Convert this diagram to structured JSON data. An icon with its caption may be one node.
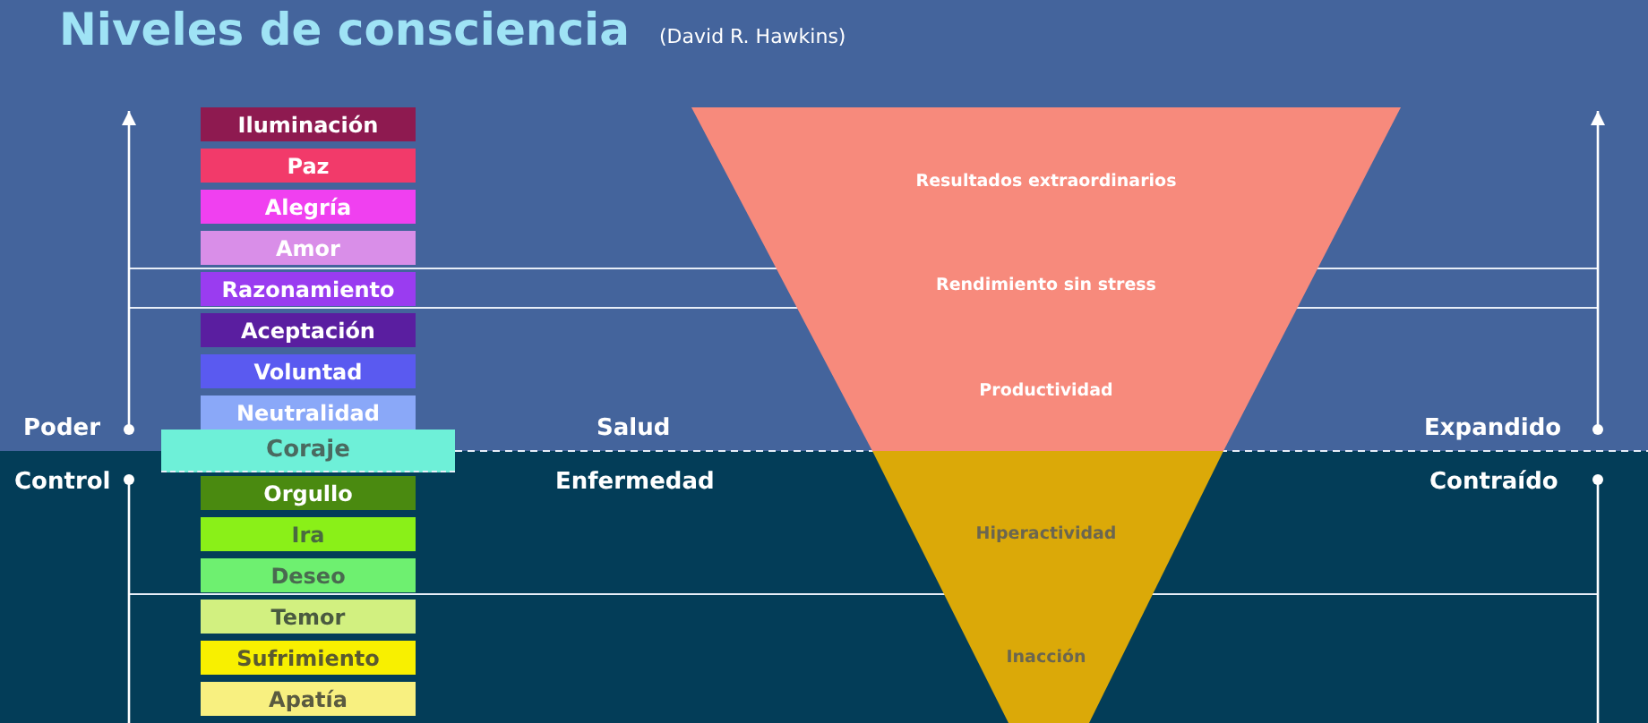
{
  "diagram": {
    "title": "Niveles de consciencia",
    "nodes": [
      {
        "text": [
          "Iluminación"
        ]
      },
      {
        "text": [
          "Paz"
        ]
      },
      {
        "text": [
          "Alegría"
        ]
      },
      {
        "text": [
          "Amor"
        ]
      },
      {
        "text": [
          "Razonamiento"
        ]
      },
      {
        "text": [
          "Aceptación"
        ]
      },
      {
        "text": [
          "Voluntad"
        ]
      },
      {
        "text": [
          "Neutralidad"
        ]
      },
      {
        "text": [
          "Coraje"
        ]
      },
      {
        "text": [
          "Orgullo"
        ]
      },
      {
        "text": [
          "Ira"
        ]
      },
      {
        "text": [
          "Deseo"
        ]
      },
      {
        "text": [
          "Temor"
        ]
      },
      {
        "text": [
          "Sufrimiento"
        ]
      },
      {
        "text": [
          "Apatía"
        ]
      },
      {
        "text": [
          "Resultados extraordinarios",
          "Rendimiento sin stress",
          "Productividad"
        ]
      },
      {
        "text": [
          "Hiperactividad",
          "Inacción"
        ]
      }
    ],
    "labels": [
      "(David R. Hawkins)",
      "Poder",
      "Salud",
      "Expandido",
      "Control",
      "Enfermedad",
      "Contraído"
    ]
  }
}
